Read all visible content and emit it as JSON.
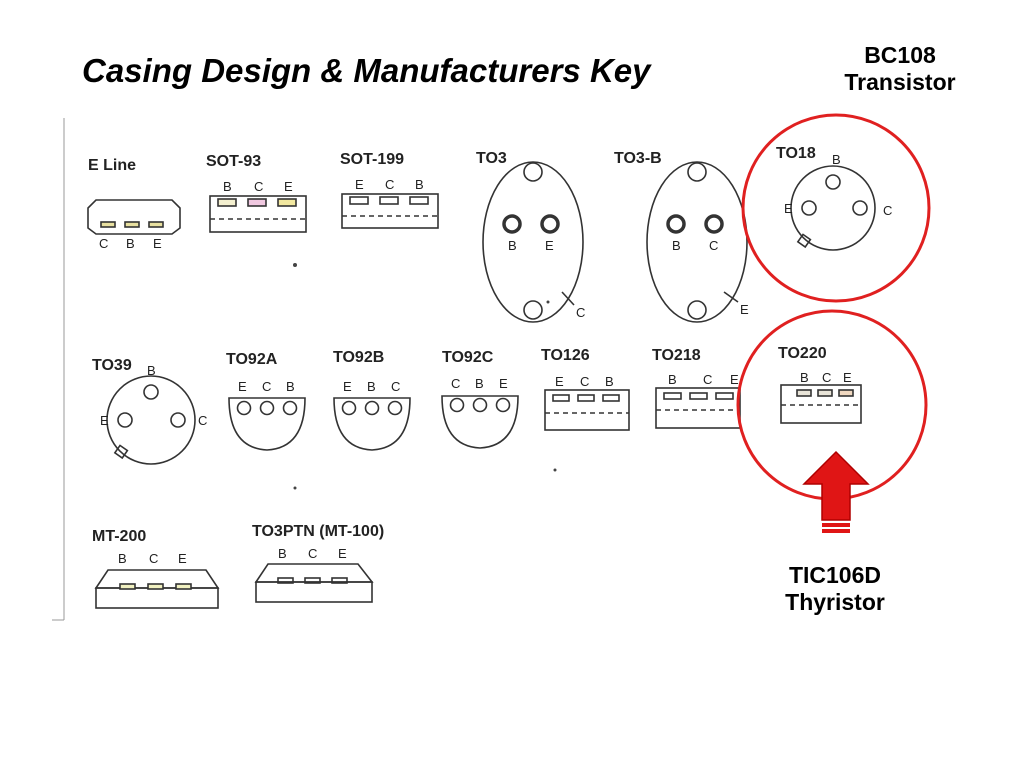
{
  "title": "Casing Design & Manufacturers Key",
  "callouts": {
    "bc108": {
      "line1": "BC108",
      "line2": "Transistor"
    },
    "tic106d": {
      "line1": "TIC106D",
      "line2": "Thyristor"
    }
  },
  "packages": {
    "eline": {
      "name": "E Line",
      "pins": [
        "C",
        "B",
        "E"
      ]
    },
    "sot93": {
      "name": "SOT-93",
      "pins": [
        "B",
        "C",
        "E"
      ]
    },
    "sot199": {
      "name": "SOT-199",
      "pins": [
        "E",
        "C",
        "B"
      ]
    },
    "to3": {
      "name": "TO3",
      "pins": [
        "B",
        "E"
      ],
      "case_pin": "C"
    },
    "to3b": {
      "name": "TO3-B",
      "pins": [
        "B",
        "C"
      ],
      "case_pin": "E"
    },
    "to18": {
      "name": "TO18",
      "pins": [
        "B",
        "E",
        "C"
      ]
    },
    "to39": {
      "name": "TO39",
      "pins": [
        "B",
        "E",
        "C"
      ]
    },
    "to92a": {
      "name": "TO92A",
      "pins": [
        "E",
        "C",
        "B"
      ]
    },
    "to92b": {
      "name": "TO92B",
      "pins": [
        "E",
        "B",
        "C"
      ]
    },
    "to92c": {
      "name": "TO92C",
      "pins": [
        "C",
        "B",
        "E"
      ]
    },
    "to126": {
      "name": "TO126",
      "pins": [
        "E",
        "C",
        "B"
      ]
    },
    "to218": {
      "name": "TO218",
      "pins": [
        "B",
        "C",
        "E"
      ]
    },
    "to220": {
      "name": "TO220",
      "pins": [
        "B",
        "C",
        "E"
      ]
    },
    "mt200": {
      "name": "MT-200",
      "pins": [
        "B",
        "C",
        "E"
      ]
    },
    "to3ptn": {
      "name": "TO3PTN (MT-100)",
      "pins": [
        "B",
        "C",
        "E"
      ]
    }
  },
  "colors": {
    "highlight": "#e02020",
    "arrow": "#e01515",
    "line": "#333333"
  }
}
